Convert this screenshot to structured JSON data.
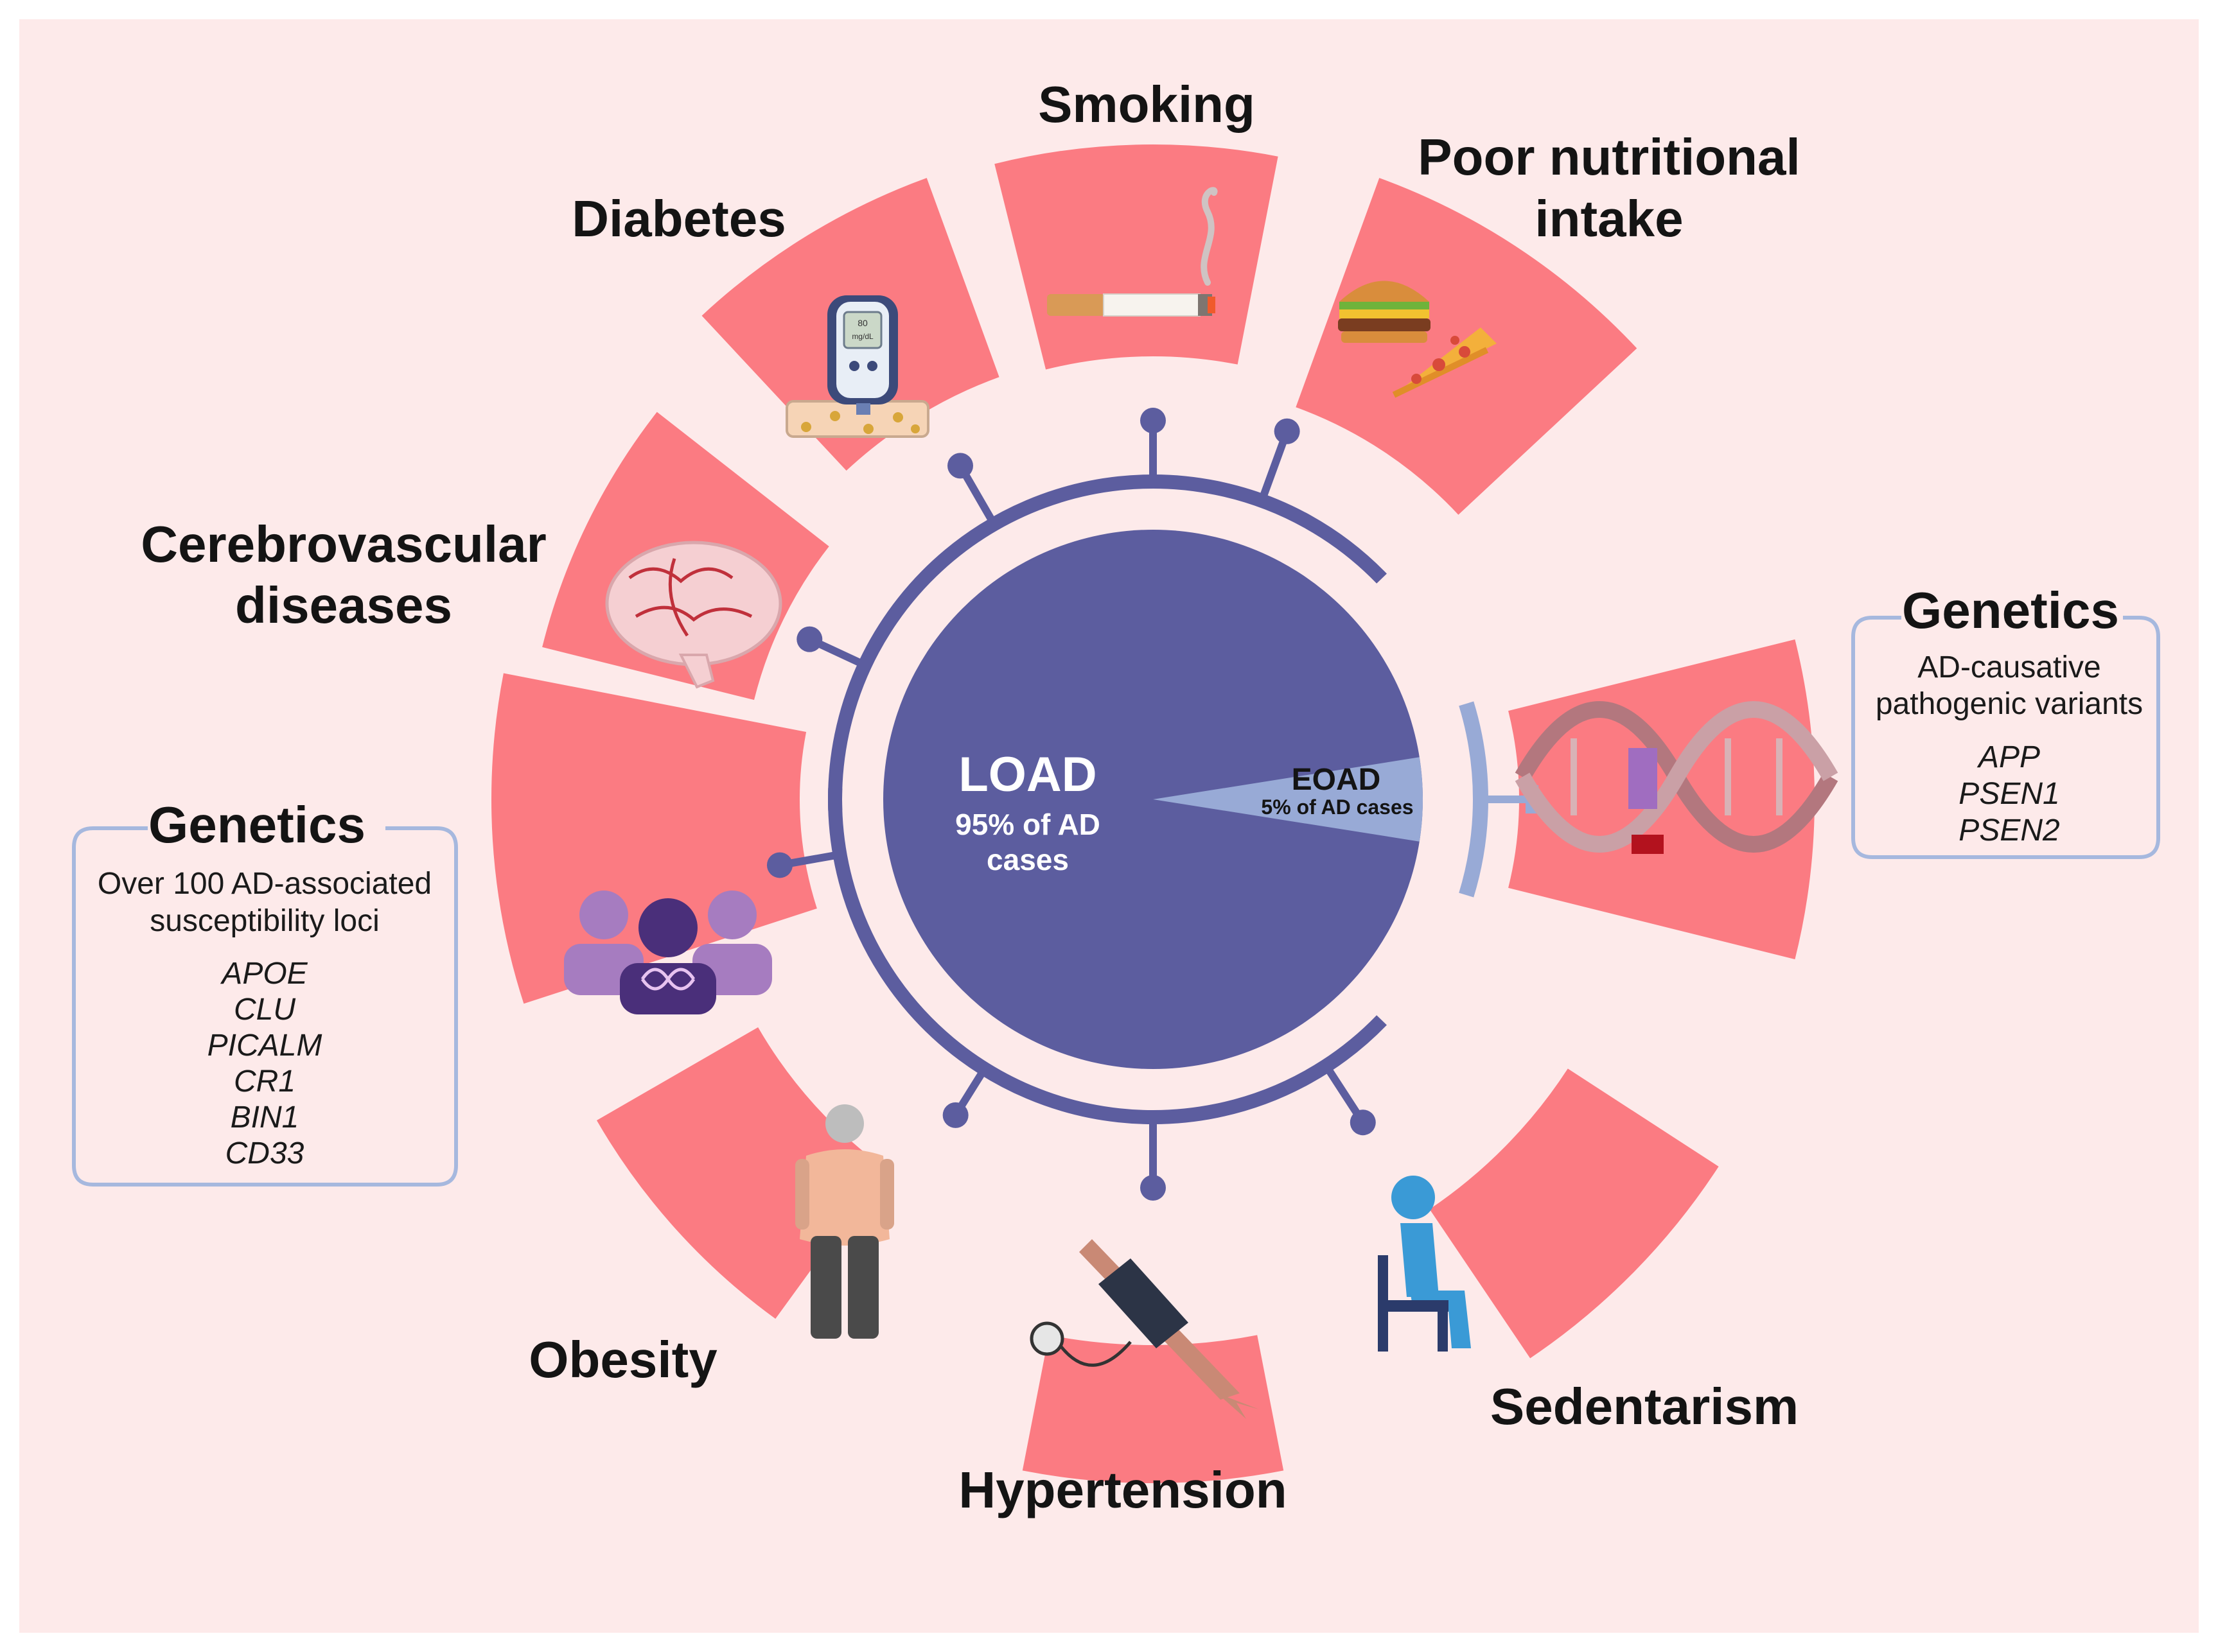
{
  "center": {
    "main_label": "LOAD",
    "main_sub_1": "95% of AD",
    "main_sub_2": "cases",
    "slice_label": "EOAD",
    "slice_sub": "5% of AD cases",
    "load_percent": 95,
    "eoad_percent": 5
  },
  "factors": {
    "smoking": "Smoking",
    "nutrition_1": "Poor nutritional",
    "nutrition_2": "intake",
    "diabetes": "Diabetes",
    "cerebro_1": "Cerebrovascular",
    "cerebro_2": "diseases",
    "obesity": "Obesity",
    "hypertension": "Hypertension",
    "sedentarism": "Sedentarism"
  },
  "genetics_left": {
    "title": "Genetics",
    "line1": "Over 100 AD-associated",
    "line2": "susceptibility loci",
    "genes": [
      "APOE",
      "CLU",
      "PICALM",
      "CR1",
      "BIN1",
      "CD33"
    ]
  },
  "genetics_right": {
    "title": "Genetics",
    "line1": "AD-causative",
    "line2": "pathogenic variants",
    "genes": [
      "APP",
      "PSEN1",
      "PSEN2"
    ]
  },
  "glucometer_reading": "80",
  "glucometer_unit": "mg/dL",
  "colors": {
    "background": "#fdeaea",
    "sector": "#fb7b82",
    "circle": "#5c5d9f",
    "eoad": "#98aad6",
    "box_border": "#a6b8de"
  }
}
